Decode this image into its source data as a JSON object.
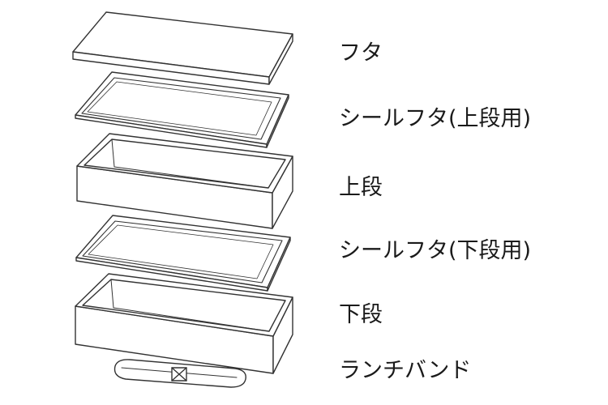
{
  "labels": {
    "lid": "フタ",
    "seal_lid_upper": "シールフタ(上段用)",
    "upper_tier": "上段",
    "seal_lid_lower": "シールフタ(下段用)",
    "lower_tier": "下段",
    "lunch_band": "ランチバンド"
  },
  "colors": {
    "line": "#333333",
    "fill": "#ffffff"
  }
}
